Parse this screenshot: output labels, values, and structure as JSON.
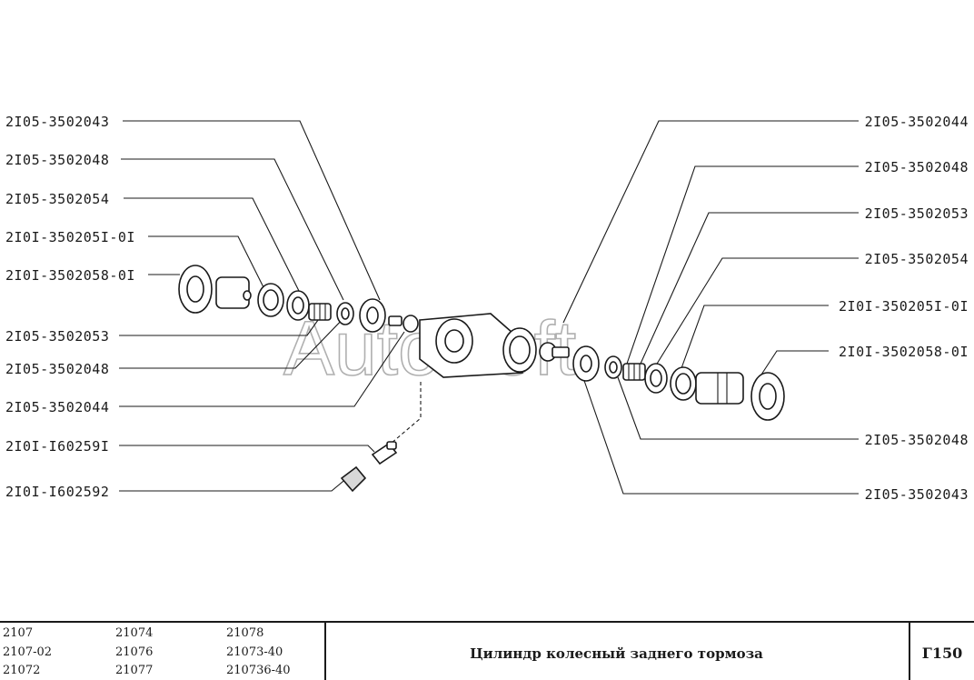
{
  "watermark": "AutoSoft",
  "callouts": [
    {
      "id": "l1",
      "text": "2I05-3502043"
    },
    {
      "id": "l2",
      "text": "2I05-3502048"
    },
    {
      "id": "l3",
      "text": "2I05-3502054"
    },
    {
      "id": "l4",
      "text": "2I0I-350205I-0I"
    },
    {
      "id": "l5",
      "text": "2I0I-3502058-0I"
    },
    {
      "id": "l6",
      "text": "2I05-3502053"
    },
    {
      "id": "l7",
      "text": "2I05-3502048"
    },
    {
      "id": "l8",
      "text": "2I05-3502044"
    },
    {
      "id": "l9",
      "text": "2I0I-I60259I"
    },
    {
      "id": "l10",
      "text": "2I0I-I602592"
    },
    {
      "id": "r1",
      "text": "2I05-3502044"
    },
    {
      "id": "r2",
      "text": "2I05-3502048"
    },
    {
      "id": "r3",
      "text": "2I05-3502053"
    },
    {
      "id": "r4",
      "text": "2I05-3502054"
    },
    {
      "id": "r5",
      "text": "2I0I-350205I-0I"
    },
    {
      "id": "r6",
      "text": "2I0I-3502058-0I"
    },
    {
      "id": "r7",
      "text": "2I05-3502048"
    },
    {
      "id": "r8",
      "text": "2I05-3502043"
    }
  ],
  "footer": {
    "models": [
      [
        "2107",
        "21074",
        "21078"
      ],
      [
        "2107-02",
        "21076",
        "21073-40"
      ],
      [
        "21072",
        "21077",
        "210736-40"
      ]
    ],
    "title": "Цилиндр колесный заднего тормоза",
    "code": "Г150"
  }
}
